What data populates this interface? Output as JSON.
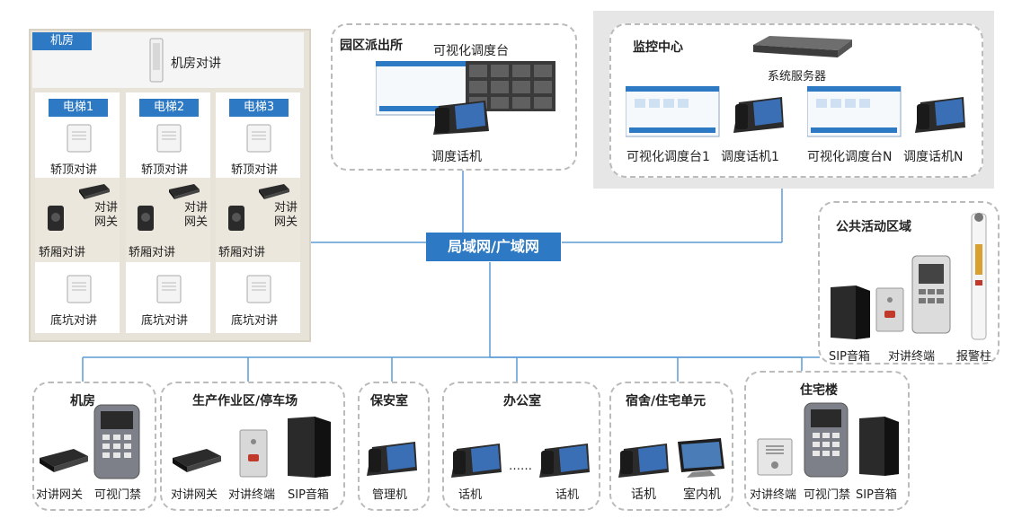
{
  "building": {
    "machine_room_tag": "机房",
    "machine_room_intercom": "机房对讲",
    "elevators": [
      {
        "name": "电梯1",
        "top": "轿顶对讲",
        "gw": "对讲\n网关",
        "car": "轿厢对讲",
        "pit": "底坑对讲"
      },
      {
        "name": "电梯2",
        "top": "轿顶对讲",
        "gw": "对讲\n网关",
        "car": "轿厢对讲",
        "pit": "底坑对讲"
      },
      {
        "name": "电梯3",
        "top": "轿顶对讲",
        "gw": "对讲\n网关",
        "car": "轿厢对讲",
        "pit": "底坑对讲"
      }
    ]
  },
  "police": {
    "title": "园区派出所",
    "console": "可视化调度台",
    "phone": "调度话机"
  },
  "monitor": {
    "title": "监控中心",
    "server": "系统服务器",
    "console1": "可视化调度台1",
    "phone1": "调度话机1",
    "consoleN": "可视化调度台N",
    "phoneN": "调度话机N"
  },
  "network": {
    "label": "局域网/广域网"
  },
  "public": {
    "title": "公共活动区域",
    "items": [
      "SIP音箱",
      "对讲终端",
      "报警柱"
    ]
  },
  "bottom": {
    "machine": {
      "title": "机房",
      "items": [
        "对讲网关",
        "可视门禁"
      ]
    },
    "production": {
      "title": "生产作业区/停车场",
      "items": [
        "对讲网关",
        "对讲终端",
        "SIP音箱"
      ]
    },
    "security": {
      "title": "保安室",
      "items": [
        "管理机"
      ]
    },
    "office": {
      "title": "办公室",
      "items": [
        "话机",
        "话机"
      ],
      "dots": "……"
    },
    "dorm": {
      "title": "宿舍/住宅单元",
      "items": [
        "话机",
        "室内机"
      ]
    },
    "residential": {
      "title": "住宅楼",
      "items": [
        "对讲终端",
        "可视门禁",
        "SIP音箱"
      ]
    }
  },
  "colors": {
    "accent": "#2e79c3",
    "panel": "#ece7dc",
    "line": "#5b9bd5",
    "dash": "#bbbbbb"
  }
}
